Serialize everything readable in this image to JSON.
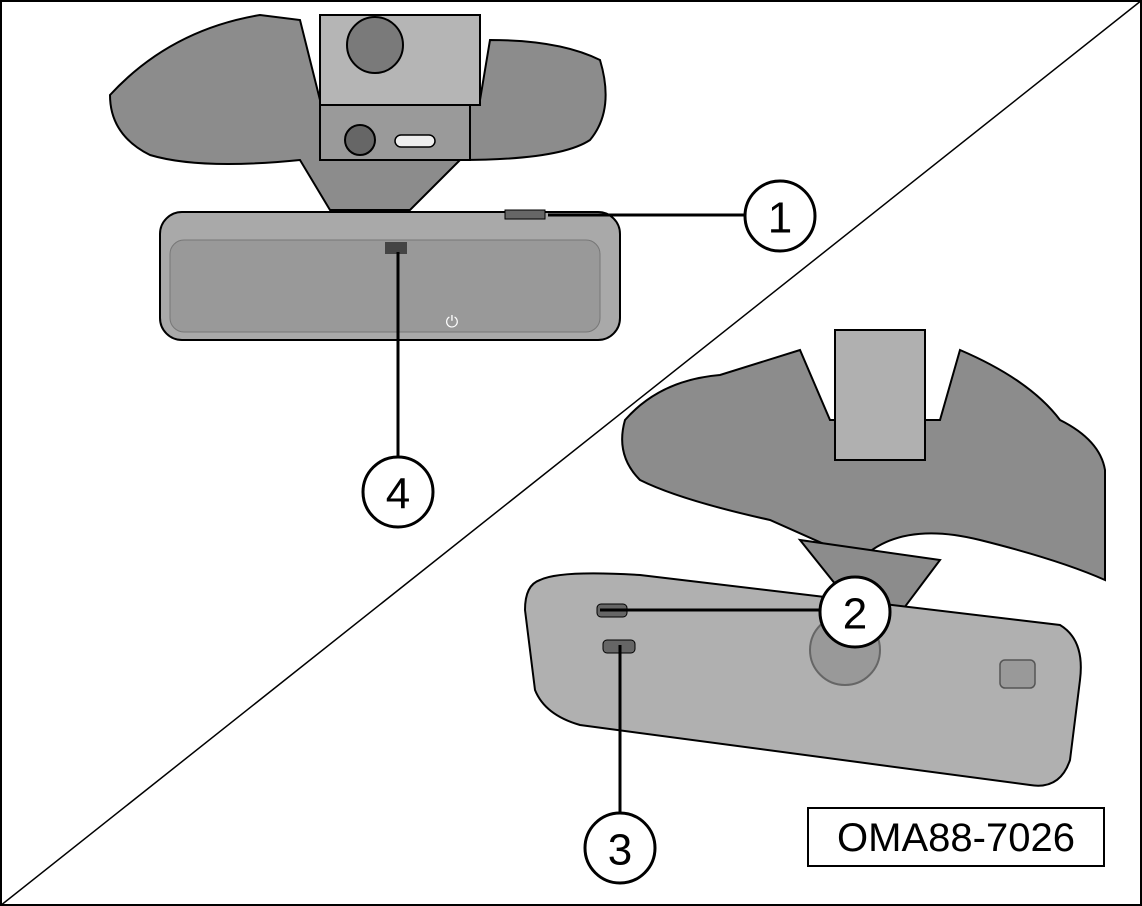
{
  "figure": {
    "code": "OMA88-7026",
    "callouts": [
      "1",
      "2",
      "3",
      "4"
    ],
    "power_symbol": "⏻"
  },
  "colors": {
    "body": "#8c8c8c",
    "mirror": "#a9a9a9",
    "dark": "#5a5a5a",
    "line": "#000000"
  }
}
